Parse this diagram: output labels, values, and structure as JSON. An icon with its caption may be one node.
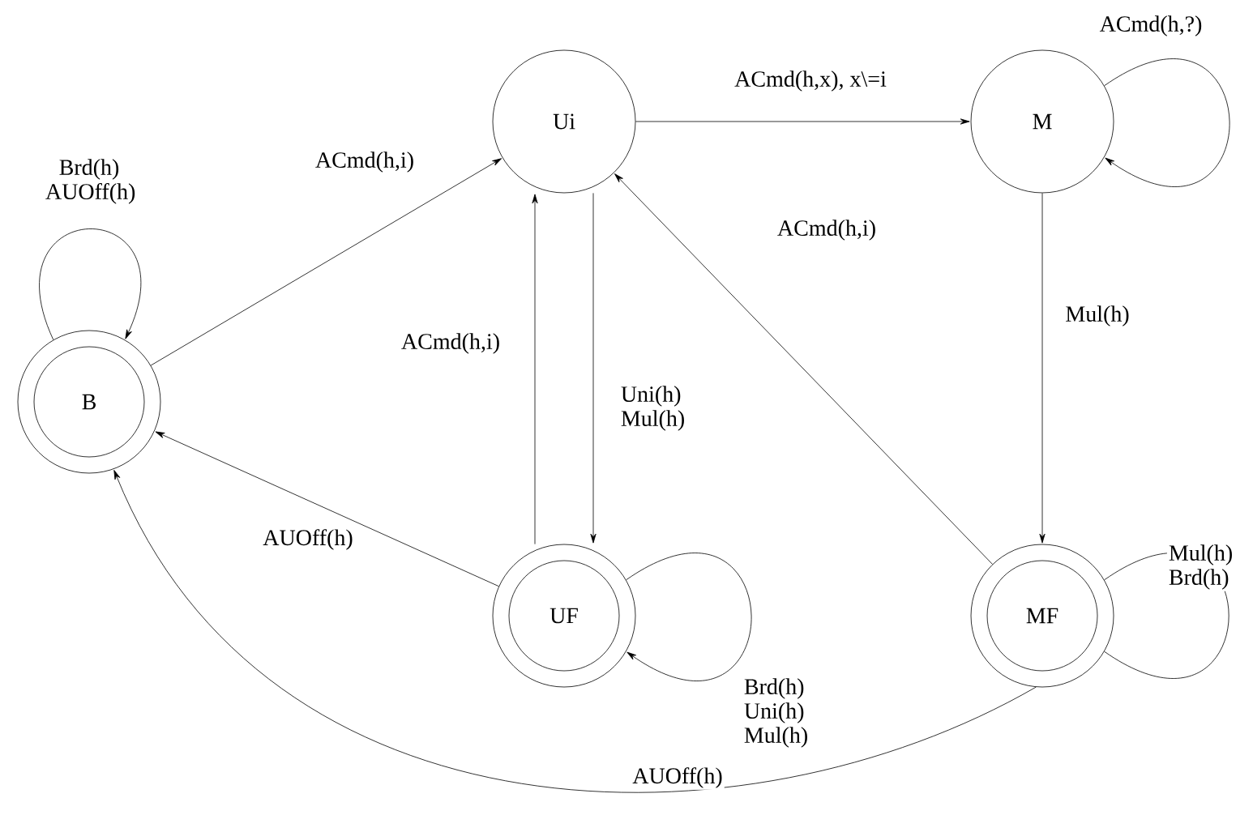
{
  "diagram": {
    "nodes": [
      {
        "text": [
          "Ui"
        ]
      },
      {
        "text": [
          "M"
        ]
      },
      {
        "text": [
          "B"
        ]
      },
      {
        "text": [
          "UF"
        ]
      },
      {
        "text": [
          "MF"
        ]
      }
    ],
    "edges": [
      {
        "from": 2,
        "to": 0,
        "arrow": "to",
        "label": "ACmd(h,i)"
      },
      {
        "from": 0,
        "to": 1,
        "arrow": "to",
        "label": "ACmd(h,x), x\\=i"
      },
      {
        "from": 1,
        "to": 1,
        "arrow": "to",
        "label": "ACmd(h,?)"
      },
      {
        "from": 2,
        "to": 2,
        "arrow": "to",
        "label": "Brd(h) AUOff(h)"
      },
      {
        "from": 3,
        "to": 0,
        "arrow": "to",
        "label": "ACmd(h,i)"
      },
      {
        "from": 0,
        "to": 3,
        "arrow": "to",
        "label": "Uni(h) Mul(h)"
      },
      {
        "from": 4,
        "to": 0,
        "arrow": "to",
        "label": "ACmd(h,i)"
      },
      {
        "from": 1,
        "to": 4,
        "arrow": "to",
        "label": "Mul(h)"
      },
      {
        "from": 3,
        "to": 2,
        "arrow": "to",
        "label": "AUOff(h)"
      },
      {
        "from": 3,
        "to": 3,
        "arrow": "to",
        "label": "Brd(h) Uni(h) Mul(h)"
      },
      {
        "from": 4,
        "to": 4,
        "arrow": "none",
        "label": "Mul(h) Brd(h)"
      },
      {
        "from": 4,
        "to": 2,
        "arrow": "to",
        "label": "AUOff(h)"
      }
    ]
  }
}
